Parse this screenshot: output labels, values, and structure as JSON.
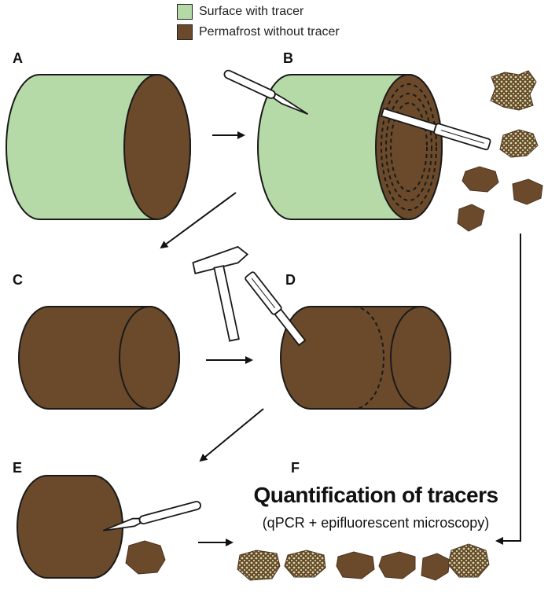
{
  "legend": {
    "items": [
      {
        "label": "Surface with tracer",
        "color": "#b5d9a7"
      },
      {
        "label": "Permafrost without tracer",
        "color": "#6b4a2b"
      }
    ]
  },
  "panels": {
    "a": "A",
    "b": "B",
    "c": "C",
    "d": "D",
    "e": "E",
    "f": "F"
  },
  "quantification": {
    "title": "Quantification of tracers",
    "subtitle": "(qPCR + epifluorescent microscopy)"
  },
  "colors": {
    "surface": "#b5d9a7",
    "permafrost": "#6b4a2b",
    "outline": "#1a1a1a"
  },
  "icons": [
    "scalpel-icon",
    "chisel-icon",
    "hammer-icon",
    "soil-fragment-icon",
    "arrow-icon"
  ]
}
